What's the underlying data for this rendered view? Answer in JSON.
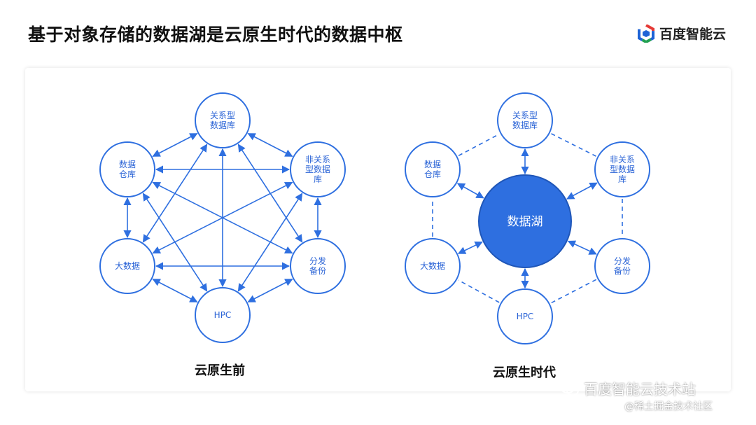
{
  "title": "基于对象存储的数据湖是云原生时代的数据中枢",
  "brand": {
    "name": "百度智能云",
    "logo_icon": "baidu-cloud-logo-icon"
  },
  "colors": {
    "accent": "#2e6fe0",
    "hub_fill": "#2e6fe0",
    "text": "#111111"
  },
  "left_diagram": {
    "caption": "云原生前",
    "nodes": [
      {
        "id": "rdb",
        "label": [
          "关系型",
          "数据库"
        ]
      },
      {
        "id": "nosql",
        "label": [
          "非关系",
          "型数据",
          "库"
        ]
      },
      {
        "id": "backup",
        "label": [
          "分发",
          "备份"
        ]
      },
      {
        "id": "hpc",
        "label": [
          "HPC"
        ]
      },
      {
        "id": "bigdata",
        "label": [
          "大数据"
        ]
      },
      {
        "id": "dw",
        "label": [
          "数据",
          "仓库"
        ]
      }
    ],
    "edges": "all-pairs, bidirectional arrows"
  },
  "right_diagram": {
    "caption": "云原生时代",
    "hub": {
      "label": "数据湖"
    },
    "nodes": [
      {
        "id": "rdb",
        "label": [
          "关系型",
          "数据库"
        ]
      },
      {
        "id": "nosql",
        "label": [
          "非关系",
          "型数据",
          "库"
        ]
      },
      {
        "id": "backup",
        "label": [
          "分发",
          "备份"
        ]
      },
      {
        "id": "hpc",
        "label": [
          "HPC"
        ]
      },
      {
        "id": "bigdata",
        "label": [
          "大数据"
        ]
      },
      {
        "id": "dw",
        "label": [
          "数据",
          "仓库"
        ]
      }
    ],
    "edges": "hub to each node (bidirectional arrows); dashed ring between adjacent nodes"
  },
  "watermark": {
    "line1": "百度智能云技术站",
    "line2": "@稀土掘金技术社区",
    "icon": "wechat-icon"
  }
}
